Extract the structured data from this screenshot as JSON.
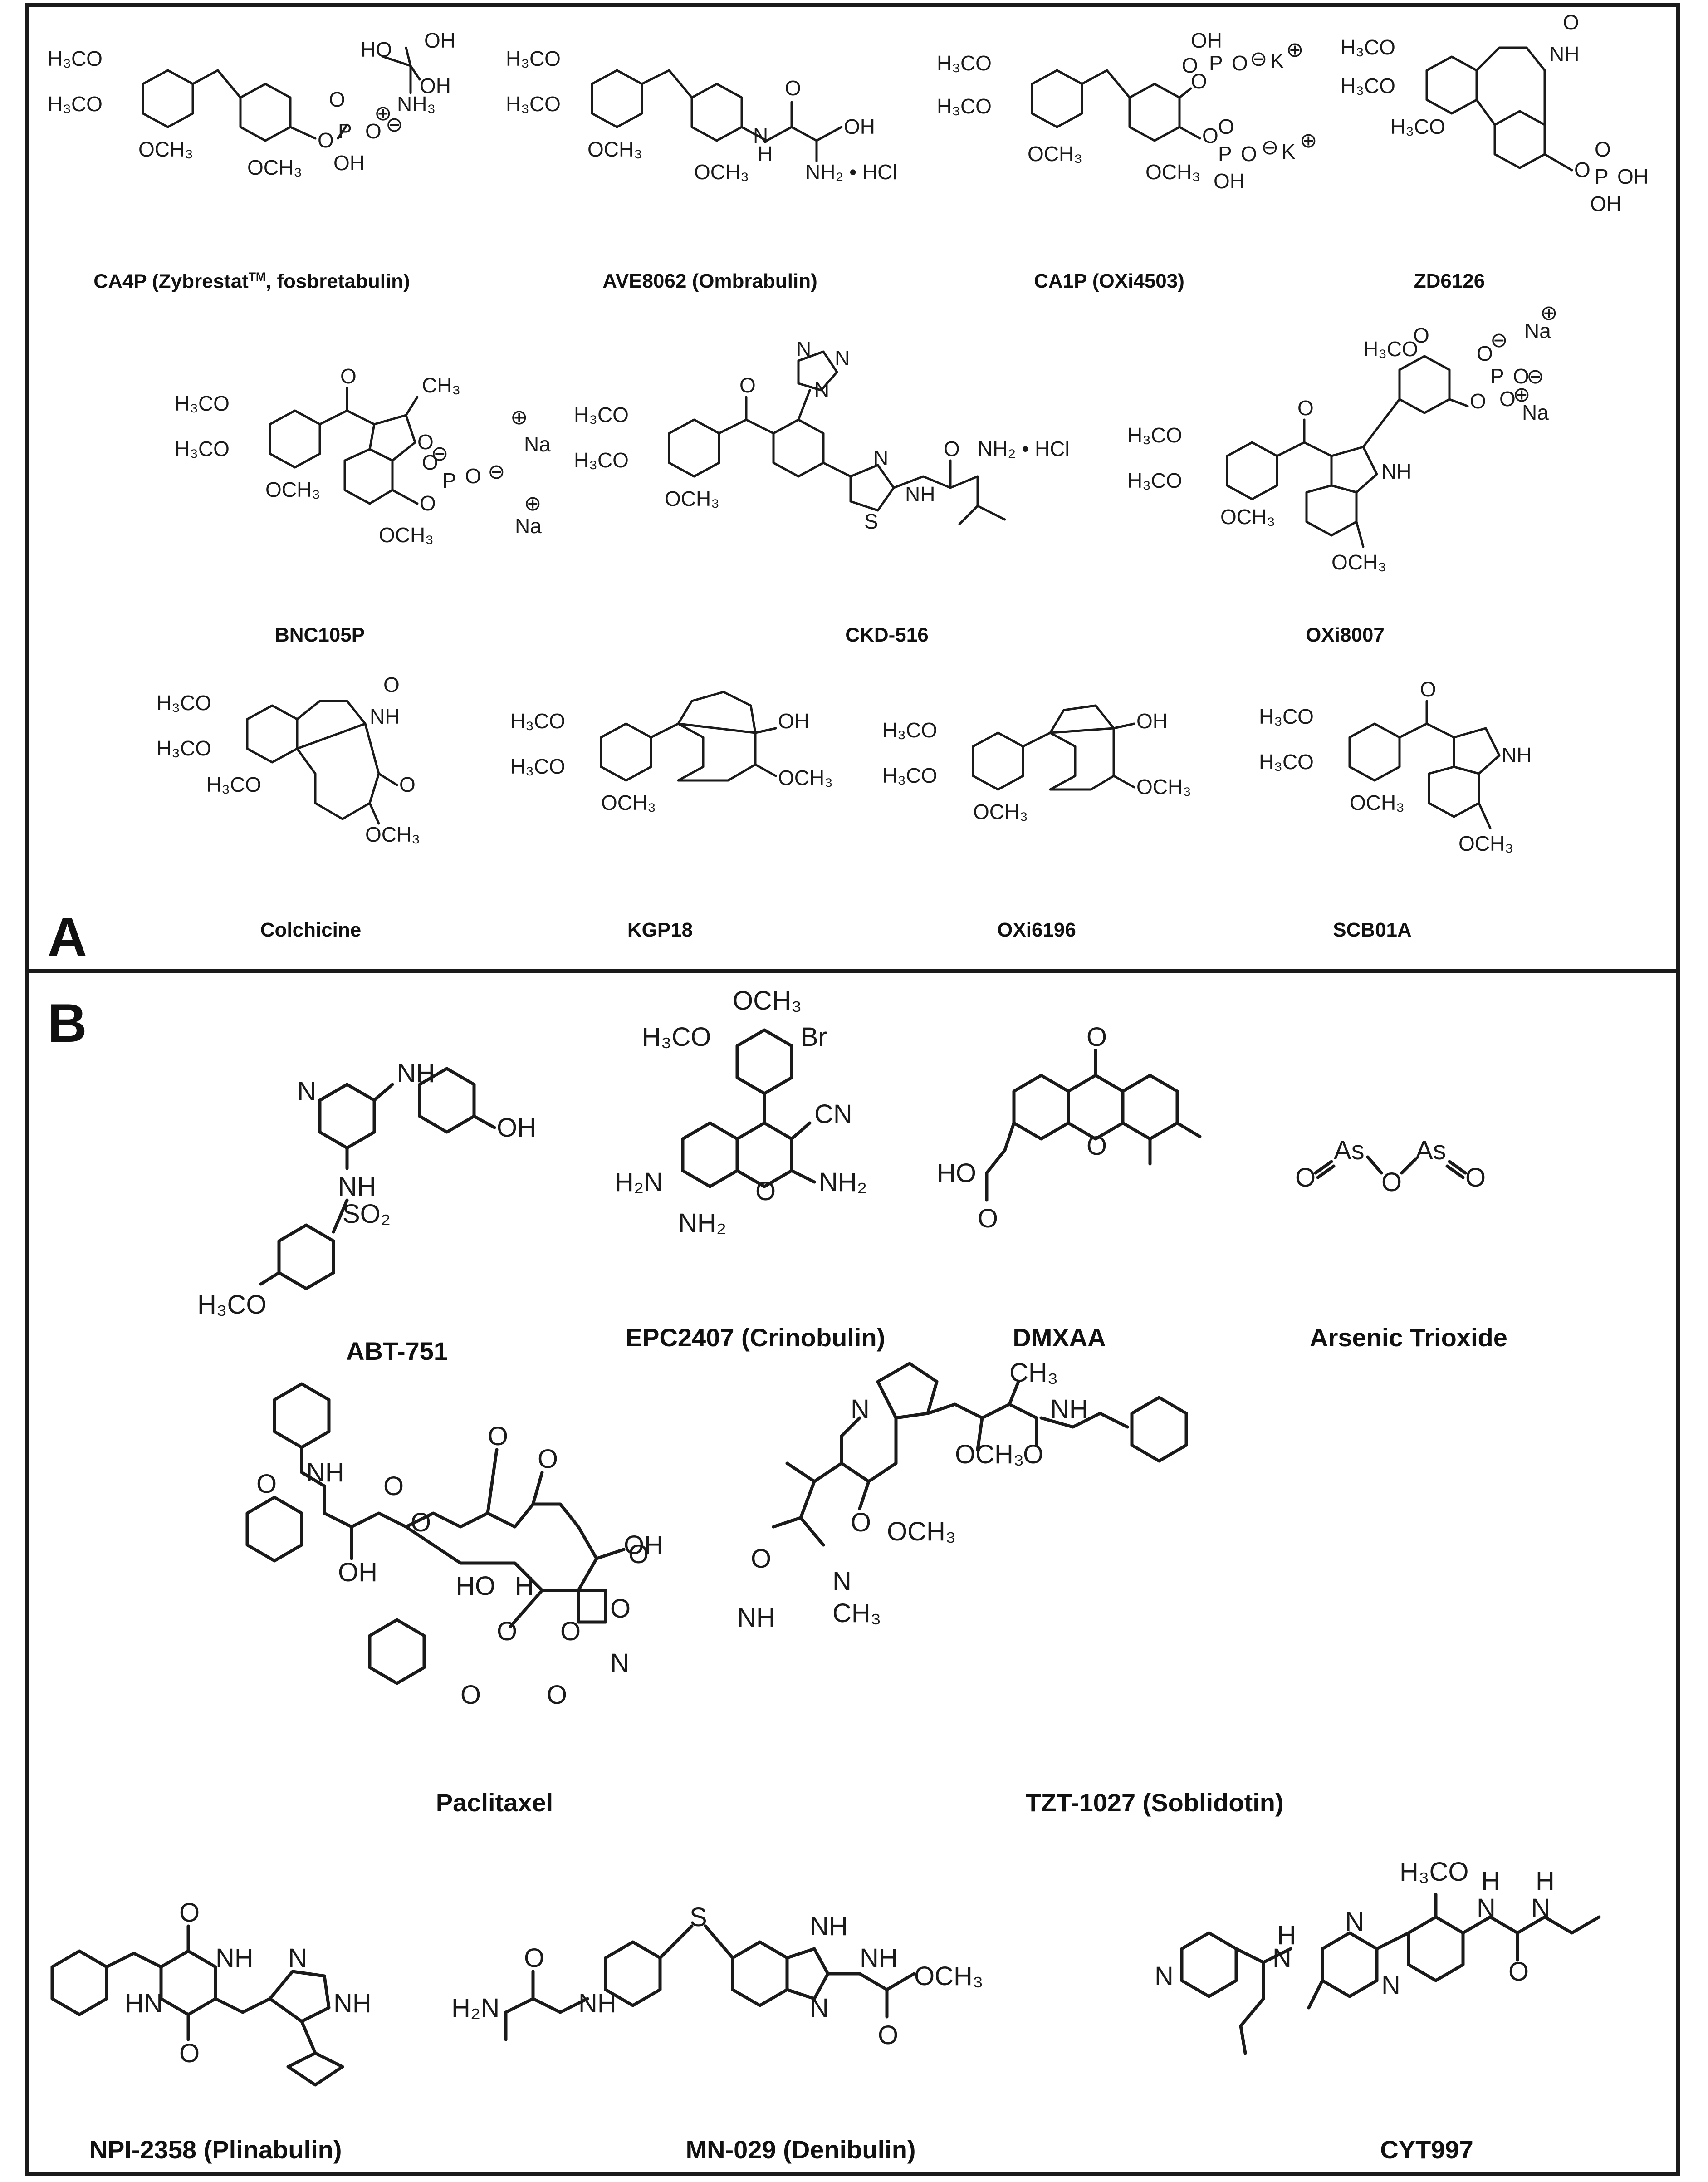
{
  "panels": {
    "a": {
      "letter": "A",
      "compounds": [
        {
          "name": "CA4P (Zybrestat",
          "tm": "TM",
          "name_tail": ", fosbretabulin)"
        },
        {
          "name": "AVE8062 (Ombrabulin)"
        },
        {
          "name": "CA1P (OXi4503)"
        },
        {
          "name": "ZD6126"
        },
        {
          "name": "BNC105P"
        },
        {
          "name": "CKD-516"
        },
        {
          "name": "OXi8007"
        },
        {
          "name": "Colchicine"
        },
        {
          "name": "KGP18"
        },
        {
          "name": "OXi6196"
        },
        {
          "name": "SCB01A"
        }
      ]
    },
    "b": {
      "letter": "B",
      "compounds": [
        {
          "name": "ABT-751"
        },
        {
          "name": "EPC2407 (Crinobulin)"
        },
        {
          "name": "DMXAA"
        },
        {
          "name": "Arsenic Trioxide"
        },
        {
          "name": "Paclitaxel"
        },
        {
          "name": "TZT-1027 (Soblidotin)"
        },
        {
          "name": "NPI-2358 (Plinabulin)"
        },
        {
          "name": "MN-029 (Denibulin)"
        },
        {
          "name": "CYT997"
        }
      ]
    }
  },
  "atom_labels": {
    "h3co": "H₃CO",
    "och3": "OCH₃",
    "ch3": "CH₃",
    "oh": "OH",
    "o": "O",
    "p": "P",
    "nh": "NH",
    "n": "N",
    "h": "H",
    "s": "S",
    "nh2": "NH₂",
    "h2n": "H₂N",
    "nh3": "NH₃",
    "hcl": "NH₂ • HCl",
    "na": "Na",
    "k": "K",
    "cn": "CN",
    "br": "Br",
    "so2": "SO₂",
    "as": "As",
    "ho": "HO",
    "hn": "HN",
    "minus": "⊖",
    "plus": "⊕"
  }
}
